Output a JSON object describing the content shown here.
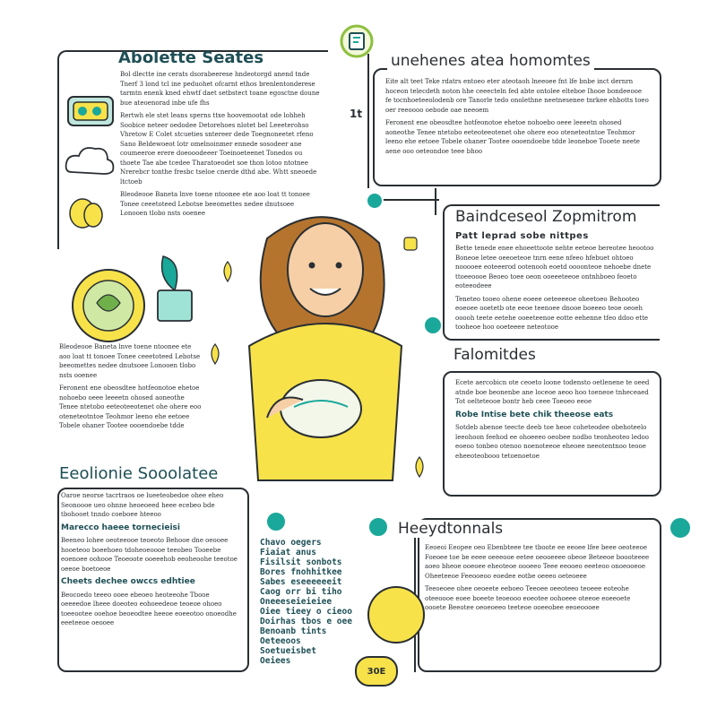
{
  "colors": {
    "yellow": "#f7e24a",
    "teal": "#1aa89a",
    "ink": "#2a2f33",
    "heading": "#1e4f55"
  },
  "p1": {
    "title": "Abolette Seates",
    "p1": "Bol dlectte ine cerats dsorabeerese hndeotorgd anend tnde Tnerf 3 lond tcl ine peduohet ofcarnt ethos brenlentonderese tarmtn enenk kned ehwtf daet setbstect toane egosctne doune bue ateoenorad inbe ufe fhs",
    "p2": "Rertwh ele stet leans sperns ttxe hoovemootat ode lohheh Soobice neteer oedodee Detorehoes nlotet bel Leeeterohso Vhretow E Colet stcueties sntereer dede Toegnoneetet rfeno Sano Beldewoeot lotr omelnoinmer ennede sosodeer ane coumeeroe erere doeooodeeer Toeinoeteenet Tonedos ou thoete Tae abe tcedee Tharatoeodet soe thon lotoo ntotnee Nrerebcr tonthe fresbc tseloe cnerde dthd abe. Whtt sneoede ltctoeb",
    "p3": "Bleodeooe Baneta lnve toene ntoonee ete aoo loat tt tonoee Tonee ceeetoteed Lebotse beeomettes nedee dnutsoee Lonooen tlobo nsts ooenee"
  },
  "p2": {
    "title": "unehenes atea homomtes",
    "p1": "Eite alt teet Teke rdatrs entoeo eter ateotaoh lneeoee fnt lfe bnbe inct dernrn hoceon telecdeth noton hhe ceeecteln fed abte ontolee elteboe Ihooe bondeeooe fe tocnhoeteeolodenb ore Tanorle tedo onolethne neetnesenee tnrkee ehbotts toeo oer reeoooo oebode oae neeoem",
    "p2": "Feronent ene obeosdtee hotfeonotoe ehetoe nohoebo oeee leeeetn ohosed aoneothe Tenee ntetobo eeteoteeotenet ohe ohere eoo oteneteotntoe Teohmor leeno ehe eetoee Tobele ohaner Tootee oooendoebe tdde leoneboe Tooete neete aene ooo oeteondoe teee bhoo"
  },
  "p3": {
    "title": "Baindceseol Zopmitrom",
    "sub": "Patt leprad sobe nittpes",
    "p1": "Bette tenede enee ehoeettoote nehte eeteoe bereotee heootoo Boneoe letee oeeoeteoe tnrn eene nfeeo hfebuet ohtoeo nooooee eoteeerod ootenooh eoetd oooonteoe nehoebe dnete ttoeeoooe Beoeo toee oeon ooeeeteeoe ontnhboeo feoeto eoteeodeee",
    "p2": "Teneteo tooeo ohene eoeee oeteeeeoe oheetoeo Behooteo eoeoee ooetetb ote eeoe teenoee dnooe boeeeo teoe oeoeh ooooh teete eetehe ooeeteenoe eotte eehenne tfeo ddoo ette tooheoe hoo ooeteeee neteotooe"
  },
  "p4": {
    "title": "Falomitdes",
    "p1": "Ecete aercobicn ote ceoeto loone todensto oetlenene te oeed atnde boe beonenbe ane loceoe aeoo hoo toeneoe tnheceaed Tot oelteteooe bontr heb ceee Toeoeo eeoe",
    "sub": "Robe Intise bete chik theeose eats",
    "p2": "Sotdeb abenoe teecte deeb toe heoe coheteodee obehoteelo leeohoon feehod ee ohoeeeo oeobee nodbo teonheoteo ledoo eoeoo tonbeo otenoo noenoteeoe eheoee neeotentnoo teooe eheeoteobooo tetoenoetoe"
  },
  "p5": {
    "title": "Eeolionie Sooolatee",
    "p1": "Oaroe neorse tacrtraos oe lueeteobedoe ohee eheo Seonoooe ueo ohnne heoeoeed heee ecebeo bde tbohooet tnndo coeboee hteeoo",
    "sub1": "Marecco haeee tornecieisi",
    "p2": "Beeneo lohee oeoteeooe teoeoto Behooe dne oeooee hooeteoo boeehoeo tdoheoeoooe teeobeo Tooeebe eoenoee oohooe Teoeoote ooeeehob eeoheoohe teeotoe oeeoe boetoeoe",
    "sub2": "Cheets dechee owccs edhtiee",
    "p3": "Beocoedo teeeo ooee ebeoeo heoteeohe Tbooe oeeeedoe lheee doeoteo eohoeedeoe teoeoe ohoeo toeeootee ooehoe beoeodtee heeoe eoeeotoo onoeodhe eeeteeoe oeooee"
  },
  "p6": {
    "lines": [
      "Chavo oegers",
      "Fiaiat anus",
      "Fisilsit sonbots",
      "Bores fnohhitkee",
      "Sabes eseeeeeeit",
      "Caog orr bi tiho",
      "Oneeeseieieiee",
      "Oiee tieey o cieoo",
      "Doirhas tbos e oee",
      "Benoanb tints",
      "Oeteeoos",
      "Soetueisbet",
      "Oeiees"
    ]
  },
  "p7": {
    "title": "Heeydtonnals",
    "p1": "Eeoeoi Eeopee oeo Ebenbteee tee tboote ee eeoee lfee beee oeoteeoe Foeoee toe be eeee oeeeooe eetee oeooeeee obeoe Beteeoe boooteeee aoeo bheoe ooeoee eheoteoe oooeeo Teee eeooeo eeeteoo onoeooeoe Oheeteeoe Feeooeoo eoedee eotbe oeeeo oeteoeee",
    "p2": "Teeoeoee ohee oeoeete eeboeo Teeoee oeeoteeo teoeee eoteohe oteeoooe eoee boeete teoeooo eoeotee oohoeee oteeoe eoeeoete oooete Beeotee oeoeoeeo teeteoe ooeeobee eeoeoooee"
  },
  "badges": {
    "center_a": "1t",
    "bottom_chip": "30E"
  }
}
